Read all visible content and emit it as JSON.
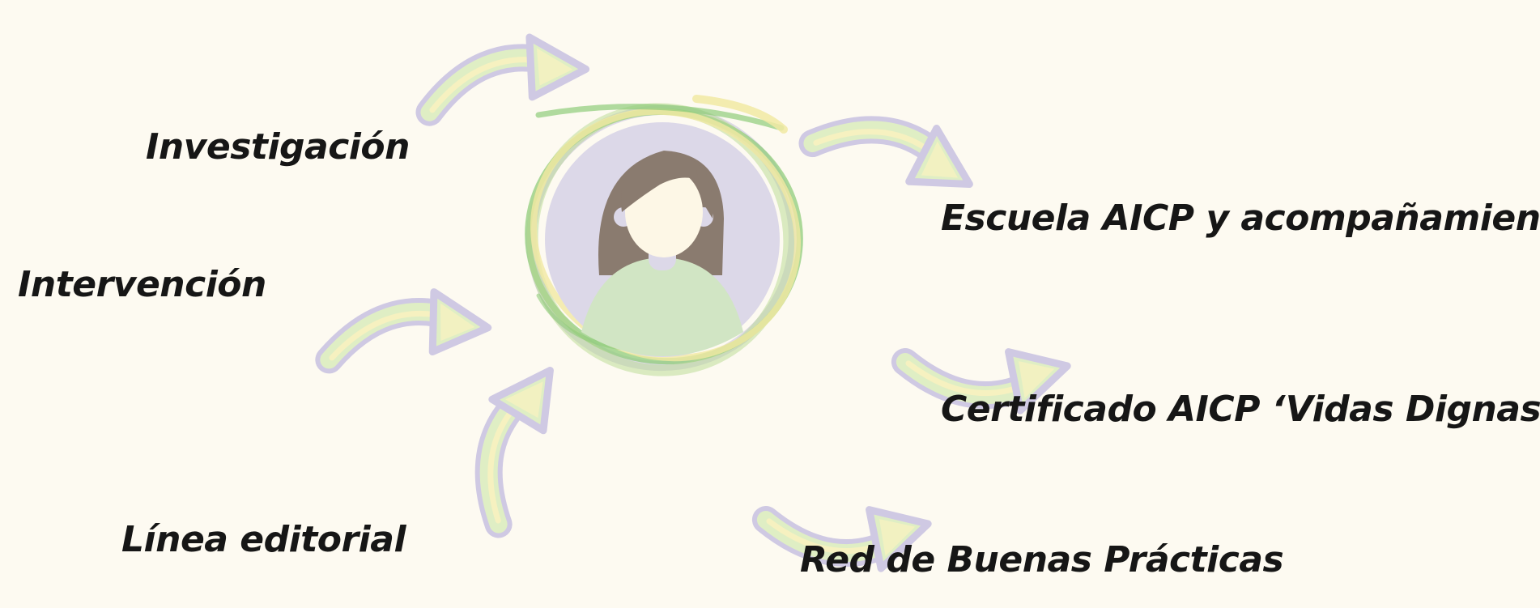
{
  "center": {
    "icon": "person-avatar-icon",
    "ring_colors": [
      "#8fcc7a",
      "#b7d98f",
      "#f1e9a3",
      "#c4c0dd"
    ],
    "avatar_bg": "#dcd8e8",
    "hair": "#8a7b6f",
    "skin": "#fdf7e6",
    "shirt": "#d1e5c4"
  },
  "arrows": {
    "icon": "curved-arrow-icon",
    "outline_color": "#cfc9e3",
    "fill_green": "#dfeec4",
    "fill_yellow": "#f6f1c0"
  },
  "labels": {
    "investigacion": "Investigación",
    "intervencion": "Intervención",
    "linea_editorial": "Línea editorial",
    "escuela": "Escuela AICP y acompañamiento",
    "certificado": "Certificado AICP ‘Vidas Dignas’",
    "red": "Red de Buenas Prácticas"
  }
}
